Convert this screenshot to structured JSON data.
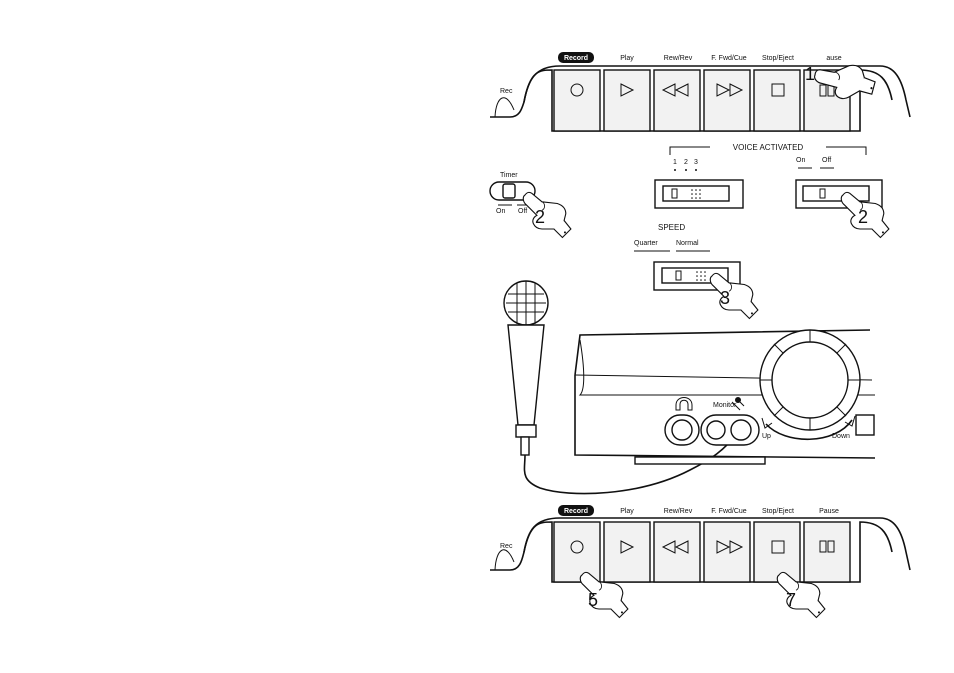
{
  "transport_top": {
    "record": "Record",
    "play": "Play",
    "rew": "Rew/Rev",
    "ffwd": "F. Fwd/Cue",
    "stop": "Stop/Eject",
    "pause": "ause",
    "rec": "Rec"
  },
  "transport_bottom": {
    "record": "Record",
    "play": "Play",
    "rew": "Rew/Rev",
    "ffwd": "F. Fwd/Cue",
    "stop": "Stop/Eject",
    "pause": "Pause",
    "rec": "Rec"
  },
  "timer": {
    "label": "Timer",
    "on": "On",
    "off": "Off"
  },
  "voice": {
    "title": "VOICE ACTIVATED",
    "levels": [
      "1",
      "2",
      "3"
    ],
    "on": "On",
    "off": "Off"
  },
  "speed": {
    "title": "SPEED",
    "quarter": "Quarter",
    "normal": "Normal"
  },
  "deck": {
    "monitor": "Monitor",
    "up": "Up",
    "down": "Down"
  },
  "steps": {
    "stop_step": "1",
    "timer_step": "2",
    "voice_step": "2",
    "speed_step": "3",
    "record_step": "5",
    "stop_final_step": "7"
  }
}
